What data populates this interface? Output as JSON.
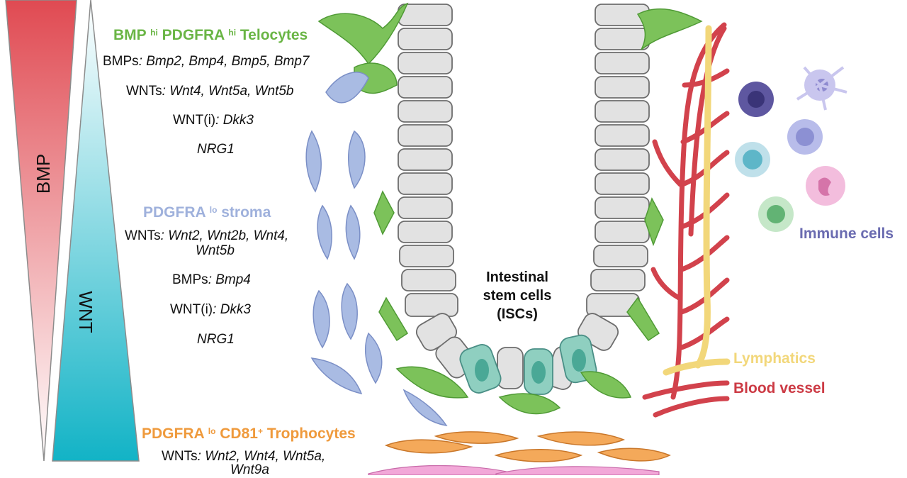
{
  "gradient": {
    "bmp_label": "BMP",
    "wnt_label": "WNT",
    "bmp_color": "#e04a52",
    "wnt_color": "#12b3c6"
  },
  "telocytes": {
    "title_a": "BMP",
    "sup_a": "hi",
    "title_b": "PDGFRA",
    "sup_b": "hi",
    "title_c": "Telocytes",
    "color": "#6ab545",
    "lines": [
      {
        "prefix": "BMPs",
        "genes": ": Bmp2, Bmp4, Bmp5, Bmp7"
      },
      {
        "prefix": "WNTs",
        "genes": ": Wnt4, Wnt5a, Wnt5b"
      },
      {
        "prefix": "WNT(i)",
        "genes": ": Dkk3"
      },
      {
        "prefix": "",
        "genes": "NRG1"
      }
    ]
  },
  "stroma": {
    "title_a": "PDGFRA",
    "sup_a": "lo",
    "title_b": "stroma",
    "color": "#9fb1dc",
    "lines": [
      {
        "prefix": "WNTs",
        "genes": ": Wnt2, Wnt2b, Wnt4,",
        "genes2": "Wnt5b"
      },
      {
        "prefix": "BMPs",
        "genes": ": Bmp4"
      },
      {
        "prefix": "WNT(i)",
        "genes": ": Dkk3"
      },
      {
        "prefix": "",
        "genes": "NRG1"
      }
    ]
  },
  "trophocytes": {
    "title_a": "PDGFRA",
    "sup_a": "lo",
    "title_b": "CD81",
    "sup_b": "+",
    "title_c": "Trophocytes",
    "color": "#ef9a3c",
    "lines": [
      {
        "prefix": "WNTs",
        "genes": ": Wnt2, Wnt4, Wnt5a,",
        "genes2": "Wnt9a"
      }
    ]
  },
  "crypt": {
    "isc_label_1": "Intestinal",
    "isc_label_2": "stem cells",
    "isc_label_3": "(ISCs)"
  },
  "right_labels": {
    "immune": "Immune cells",
    "immune_color": "#6a6bb0",
    "lymphatics": "Lymphatics",
    "lymph_color": "#f2d77a",
    "blood": "Blood vessel",
    "blood_color": "#cc3a44"
  }
}
